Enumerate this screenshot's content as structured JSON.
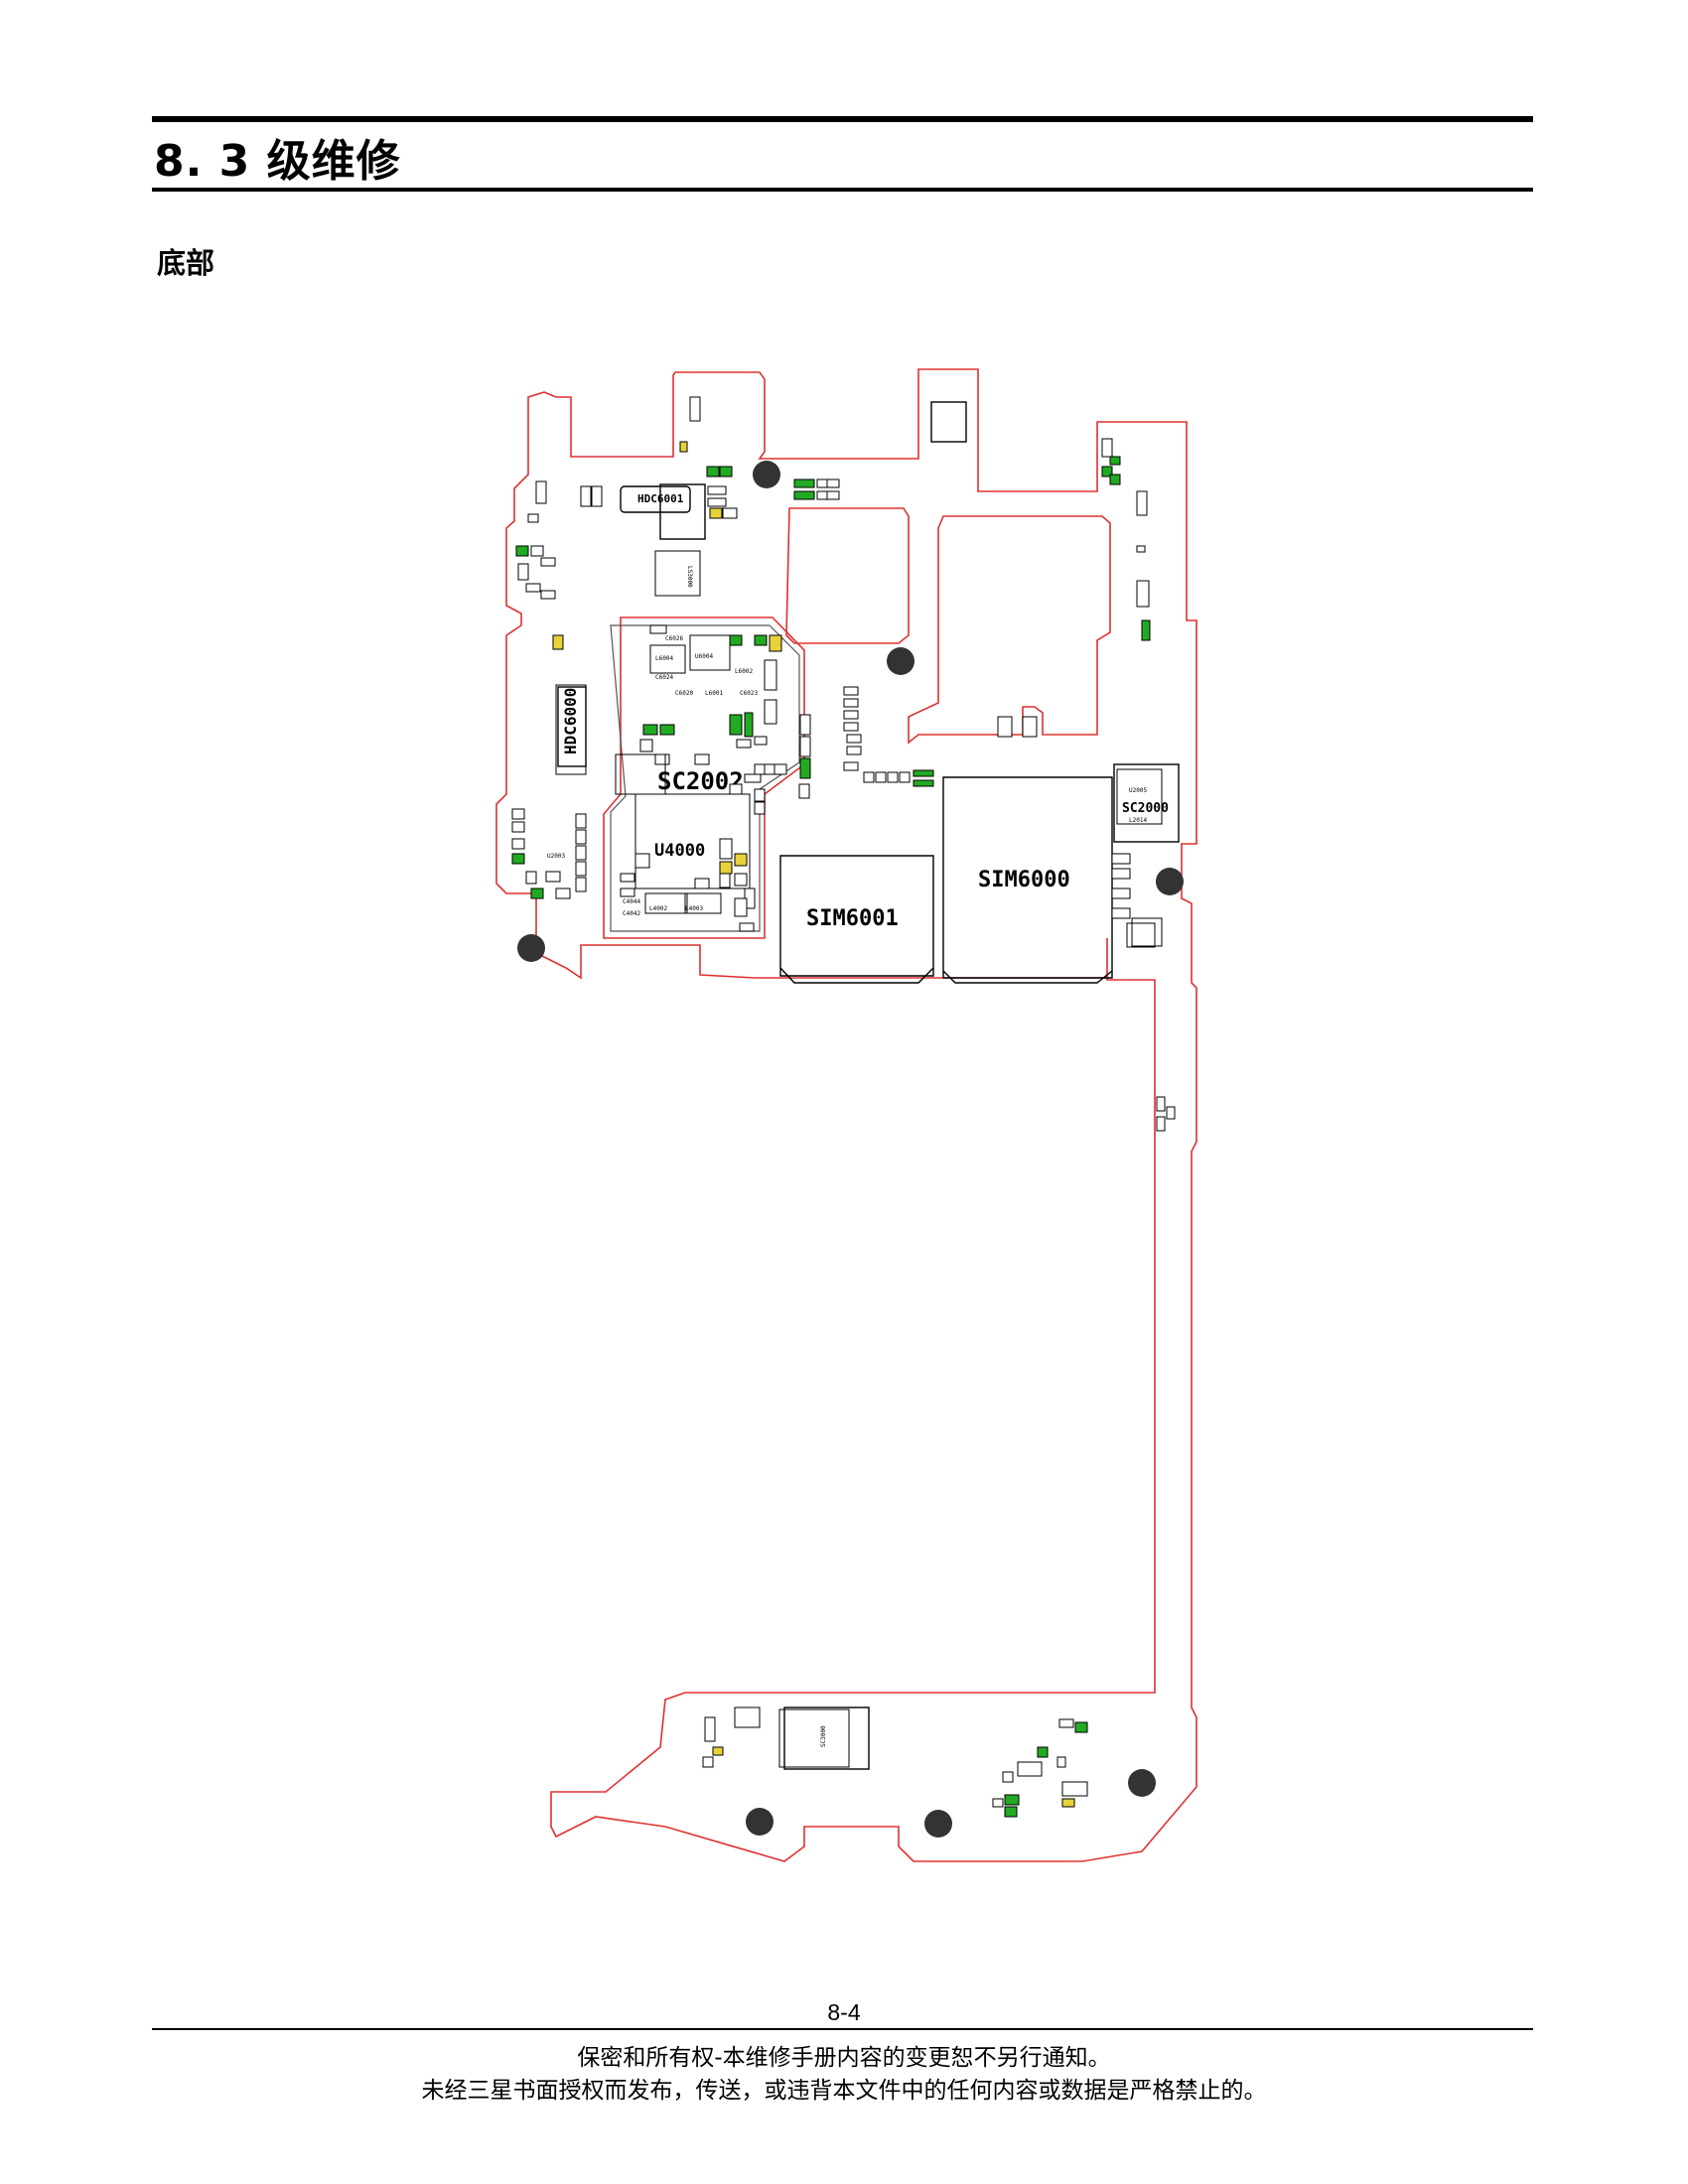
{
  "header": {
    "title": "8. 3 级维修"
  },
  "section": {
    "subtitle": "底部"
  },
  "board_labels": {
    "hdc6001": "HDC6001",
    "hdc6000": "HDC6000",
    "sc2002": "SC2002",
    "u4000": "U4000",
    "sim6001": "SIM6001",
    "sim6000": "SIM6000",
    "sc2000": "SC2000",
    "u6004": "U6004",
    "l6004": "L6004",
    "l6002": "L6002",
    "c6026": "C6026",
    "c6024": "C6024",
    "c6020": "C6020",
    "c6023": "C6023",
    "l6001": "L6001",
    "u2003": "U2003",
    "l4002": "L4002",
    "l4003": "L4003",
    "c4044": "C4044",
    "c4042": "C4042",
    "l2014": "L2014",
    "u2005": "U2005",
    "sc3000": "SC3000",
    "ls3000": "LS3000"
  },
  "colors": {
    "outline": "#e03030",
    "component": "#000000",
    "green": "#22aa22",
    "yellow": "#e8d23a"
  },
  "footer": {
    "page_number": "8-4",
    "line1": "保密和所有权-本维修手册内容的变更恕不另行通知。",
    "line2": "未经三星书面授权而发布，传送，或违背本文件中的任何内容或数据是严格禁止的。"
  }
}
